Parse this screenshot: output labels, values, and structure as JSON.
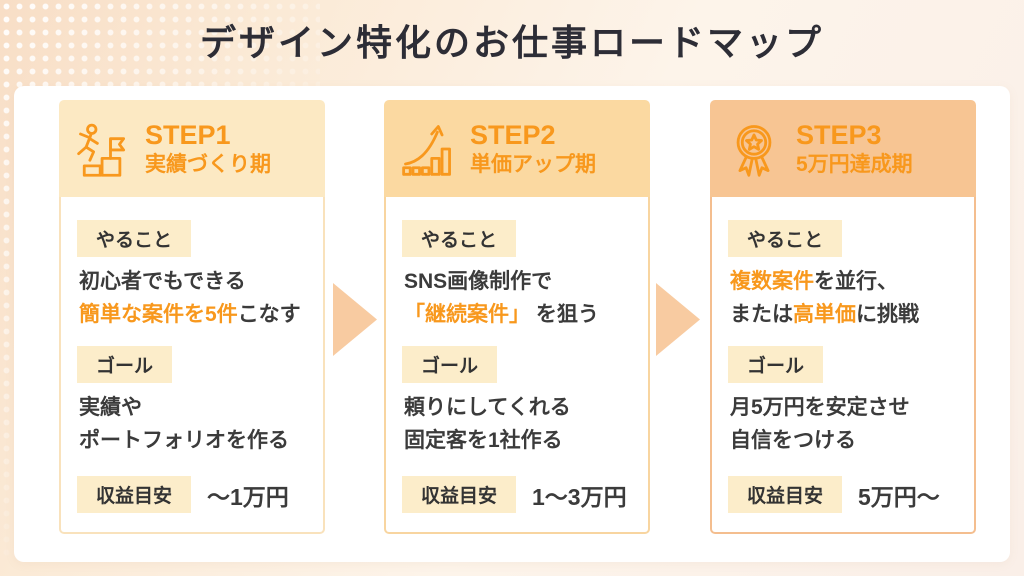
{
  "page": {
    "title": "デザイン特化のお仕事ロードマップ"
  },
  "colors": {
    "accent_orange": "#F8981D",
    "title_text": "#2D2D36",
    "body_text": "#3B3B3B",
    "chip_bg": "#FCEDCA",
    "arrow": "#F8CBA1",
    "panel_bg": "#FFFFFF"
  },
  "section_labels": {
    "todo": "やること",
    "goal": "ゴール",
    "revenue": "収益目安"
  },
  "steps": [
    {
      "step_label": "STEP1",
      "phase": "実績づくり期",
      "icon": "stairs-climb-flag-icon",
      "header_bg": "#FCE9C3",
      "border_color": "#F9E2BC",
      "todo_lines": [
        [
          {
            "text": "初心者でもできる",
            "hl": false
          }
        ],
        [
          {
            "text": "簡単な案件を5件",
            "hl": true
          },
          {
            "text": "こなす",
            "hl": false
          }
        ]
      ],
      "goal_lines": [
        [
          {
            "text": "実績や",
            "hl": false
          }
        ],
        [
          {
            "text": "ポートフォリオを作る",
            "hl": false
          }
        ]
      ],
      "revenue_value": "〜1万円"
    },
    {
      "step_label": "STEP2",
      "phase": "単価アップ期",
      "icon": "growth-chart-arrow-icon",
      "header_bg": "#FBD9A1",
      "border_color": "#F8D5A0",
      "todo_lines": [
        [
          {
            "text": "SNS画像制作で",
            "hl": false
          }
        ],
        [
          {
            "text": "「継続案件」",
            "hl": true
          },
          {
            "text": " を狙う",
            "hl": false
          }
        ]
      ],
      "goal_lines": [
        [
          {
            "text": "頼りにしてくれる",
            "hl": false
          }
        ],
        [
          {
            "text": "固定客を1社作る",
            "hl": false
          }
        ]
      ],
      "revenue_value": "1〜3万円"
    },
    {
      "step_label": "STEP3",
      "phase": "5万円達成期",
      "icon": "medal-star-icon",
      "header_bg": "#F7C593",
      "border_color": "#F4BE8F",
      "todo_lines": [
        [
          {
            "text": "複数案件",
            "hl": true
          },
          {
            "text": "を並行、",
            "hl": false
          }
        ],
        [
          {
            "text": "または",
            "hl": false
          },
          {
            "text": "高単価",
            "hl": true
          },
          {
            "text": "に挑戦",
            "hl": false
          }
        ]
      ],
      "goal_lines": [
        [
          {
            "text": "月5万円を安定させ",
            "hl": false
          }
        ],
        [
          {
            "text": "自信をつける",
            "hl": false
          }
        ]
      ],
      "revenue_value": "5万円〜"
    }
  ]
}
